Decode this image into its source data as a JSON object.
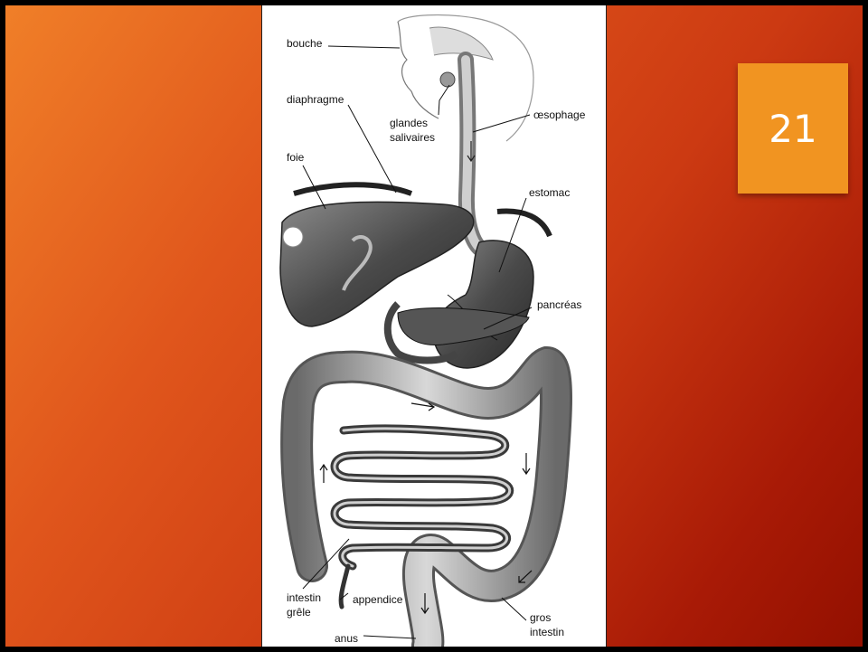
{
  "slide": {
    "number": "21",
    "colors": {
      "gradient_start": "#f07f28",
      "gradient_end": "#931000",
      "number_box": "#f19421",
      "number_text": "#ffffff"
    }
  },
  "figure": {
    "labels": {
      "bouche": "bouche",
      "diaphragme": "diaphragme",
      "glandes": "glandes",
      "salivaires": "salivaires",
      "oesophage": "œsophage",
      "foie": "foie",
      "estomac": "estomac",
      "pancreas": "pancréas",
      "intestin": "intestin",
      "grele": "grêle",
      "appendice": "appendice",
      "gros": "gros",
      "gros_intestin": "intestin",
      "anus": "anus"
    }
  }
}
